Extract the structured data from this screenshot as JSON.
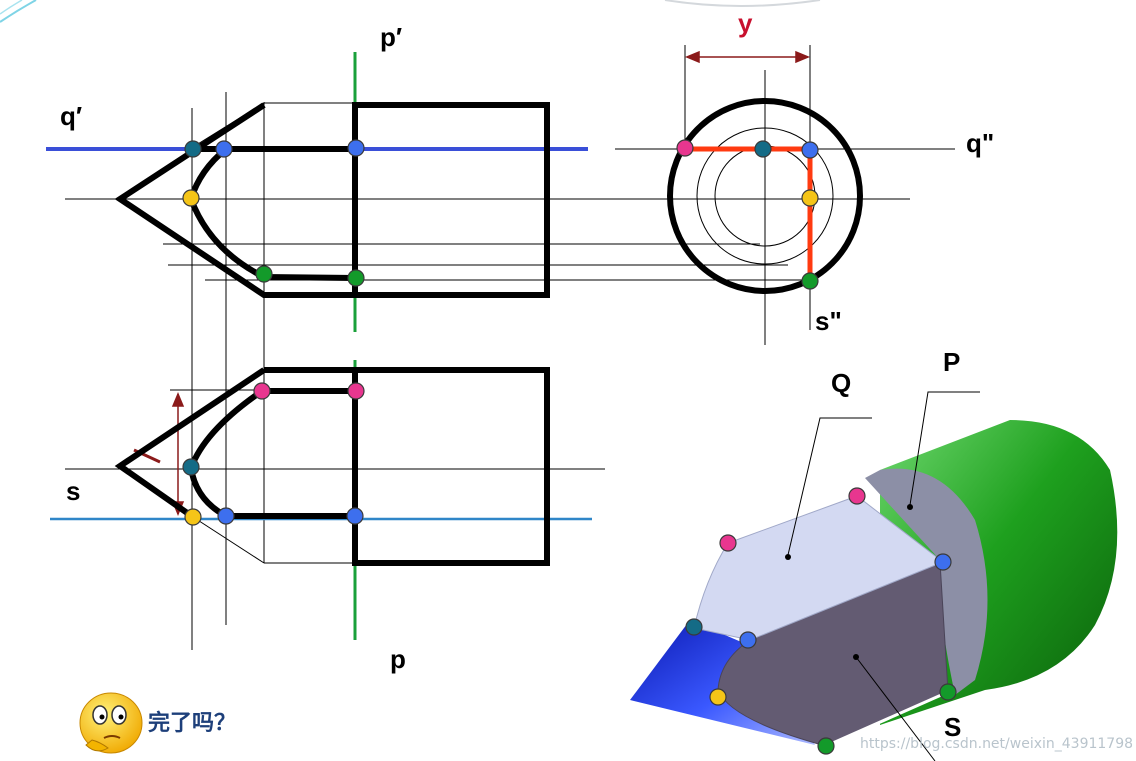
{
  "labels": {
    "p_prime": "p′",
    "q_prime": "q′",
    "q_dbl": "q\"",
    "s_dbl": "s\"",
    "y": "y",
    "s": "s",
    "p": "p",
    "Q": "Q",
    "P": "P",
    "S": "S"
  },
  "caption": "完了吗？",
  "watermark": "https://blog.csdn.net/weixin_43911798",
  "colors": {
    "outline": "#000000",
    "plane_q": "#3a4fd8",
    "plane_s": "#2f86c8",
    "plane_p": "#1aa03a",
    "dimension": "#8b1a1a",
    "chord": "#ff3a10",
    "point_pink": "#e8368f",
    "point_blue": "#3d6fee",
    "point_teal": "#146b86",
    "point_yellow": "#f5c518",
    "point_green": "#139a2a",
    "cylinder_green": "#1ea01e",
    "cone_blue": "#1f32d8",
    "face_q": "#d3d9f2",
    "face_s": "#635b72",
    "face_p": "#8c8fa6"
  },
  "icons": {
    "thinking": "thinking-face-icon"
  }
}
